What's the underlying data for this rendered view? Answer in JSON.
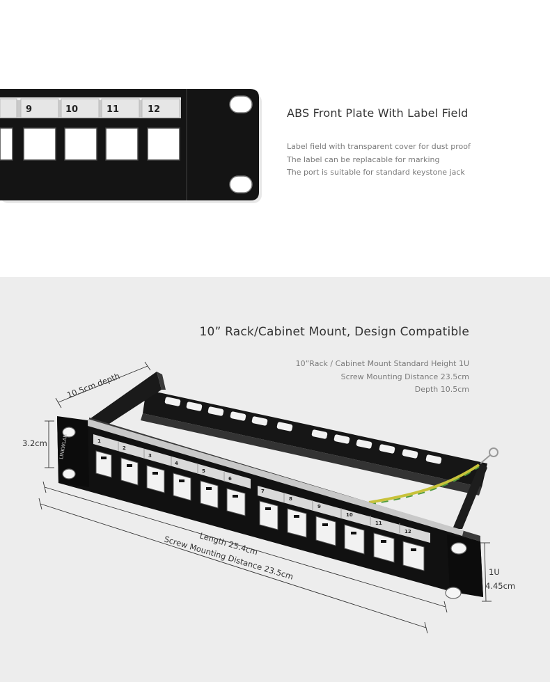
{
  "section1": {
    "title": "ABS Front Plate With Label Field",
    "lines": [
      "Label field with transparent cover for dust proof",
      "The label can be replacable for marking",
      "The port is suitable for standard keystone jack"
    ],
    "port_labels": [
      "9",
      "10",
      "11",
      "12"
    ]
  },
  "section2": {
    "title": "10” Rack/Cabinet Mount, Design Compatible",
    "lines": [
      "10”Rack / Cabinet Mount Standard Height 1U",
      "Screw Mounting Distance 23.5cm",
      "Depth 10.5cm"
    ],
    "brand": "LINKWLAN",
    "port_labels": [
      "1",
      "2",
      "3",
      "4",
      "5",
      "6",
      "7",
      "8",
      "9",
      "10",
      "11",
      "12"
    ],
    "dimensions": {
      "depth": "10.5cm depth",
      "height_small": "3.2cm",
      "length": "Length 25.4cm",
      "screw": "Screw Mounting Distance 23.5cm",
      "unit": "1U",
      "height": "4.45cm"
    }
  },
  "colors": {
    "panel": "#141414",
    "label_strip": "#d9d9d9",
    "background_bottom": "#ededed",
    "ground_wire": "#c8c23a"
  }
}
